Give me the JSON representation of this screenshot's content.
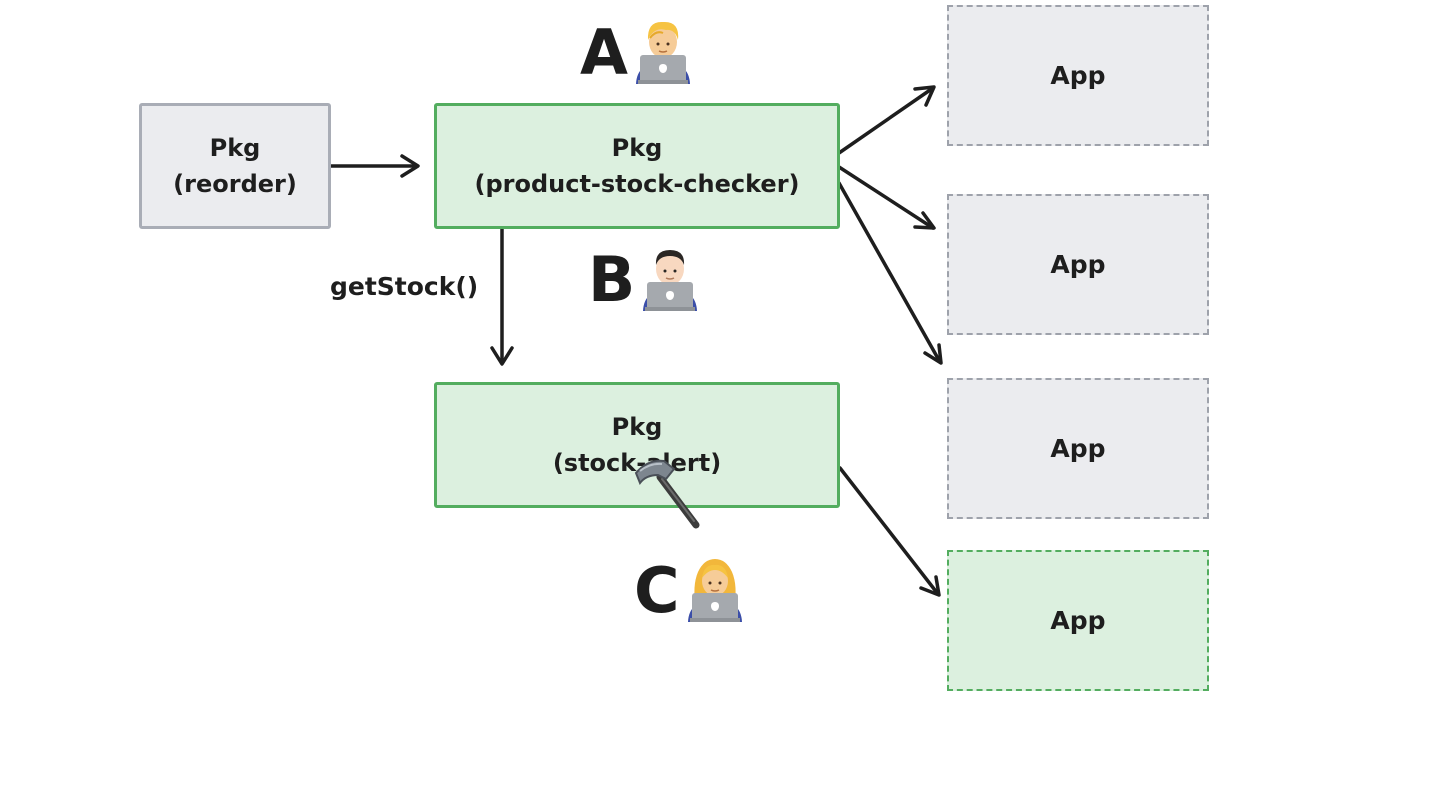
{
  "packages": {
    "reorder": {
      "line1": "Pkg",
      "line2": "(reorder)"
    },
    "product_stock_checker": {
      "line1": "Pkg",
      "line2": "(product-stock-checker)"
    },
    "stock_alert": {
      "line1": "Pkg",
      "line2": "(stock-alert)"
    }
  },
  "apps": [
    {
      "label": "App",
      "status": "gray"
    },
    {
      "label": "App",
      "status": "gray"
    },
    {
      "label": "App",
      "status": "gray"
    },
    {
      "label": "App",
      "status": "green"
    }
  ],
  "call_label": "getStock()",
  "developers": [
    {
      "letter": "A",
      "icon": "developer-blond-icon"
    },
    {
      "letter": "B",
      "icon": "developer-man-icon"
    },
    {
      "letter": "C",
      "icon": "developer-woman-icon"
    }
  ],
  "colors": {
    "green_fill": "#dcf0df",
    "green_border": "#53ad5f",
    "gray_fill": "#ebecef",
    "gray_border": "#a9adb6",
    "arrow": "#1e1e1e"
  }
}
